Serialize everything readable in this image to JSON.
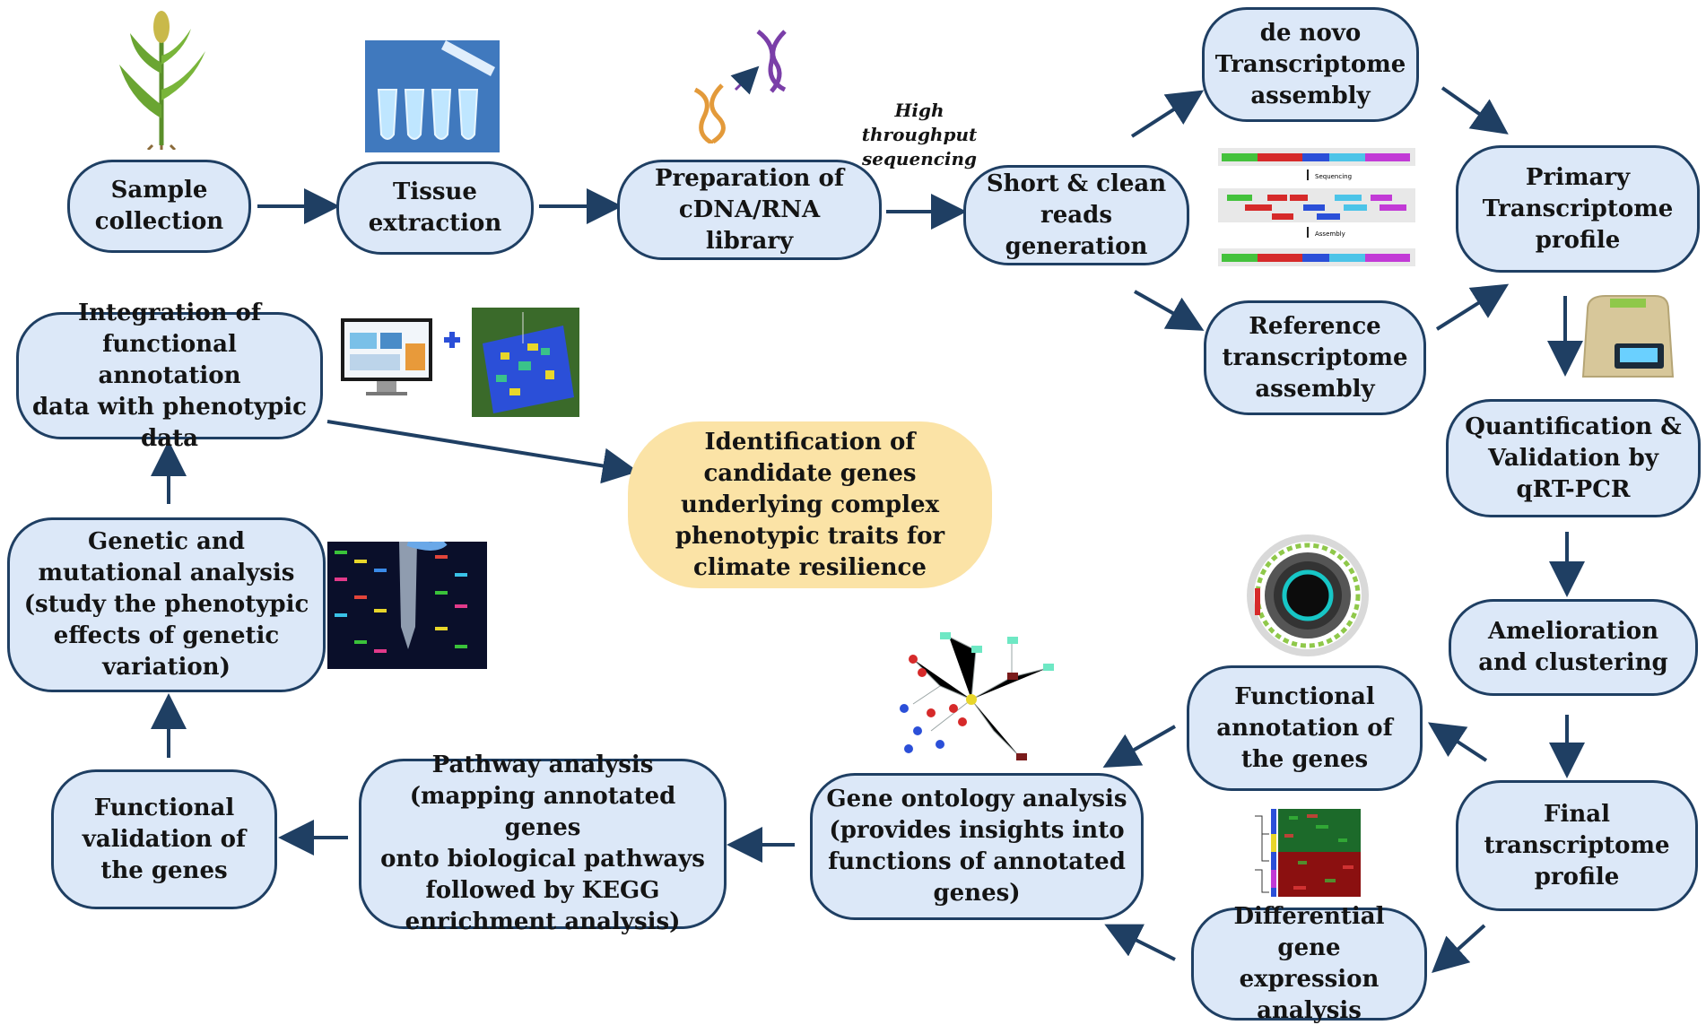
{
  "accent_colors": {
    "box_fill": "#dce8f8",
    "box_border": "#1f3f63",
    "arrow": "#1f3f63",
    "highlight_fill": "#fbe3a6"
  },
  "nodes": {
    "sample_collection": "Sample\ncollection",
    "tissue_extraction": "Tissue\nextraction",
    "library_prep": "Preparation of\ncDNA/RNA\nlibrary",
    "short_reads": "Short & clean\nreads\ngeneration",
    "de_novo": "de novo\nTranscriptome\nassembly",
    "reference_assembly": "Reference\ntranscriptome\nassembly",
    "primary_profile": "Primary\nTranscriptome\nprofile",
    "qrt_pcr": "Quantification &\nValidation by\nqRT-PCR",
    "amelioration": "Amelioration\nand clustering",
    "final_profile": "Final\ntranscriptome\nprofile",
    "functional_annotation": "Functional\nannotation of\nthe genes",
    "differential_expression": "Differential\ngene expression\nanalysis",
    "gene_ontology": "Gene ontology analysis\n(provides insights into\nfunctions of annotated\ngenes)",
    "pathway_analysis": "Pathway analysis\n(mapping annotated genes\nonto biological pathways\nfollowed by KEGG\nenrichment analysis)",
    "functional_validation": "Functional\nvalidation of\nthe genes",
    "genetic_mutational": "Genetic and\nmutational analysis\n(study the phenotypic\neffects of genetic\nvariation)",
    "integration": "Integration of\nfunctional annotation\ndata with phenotypic\ndata",
    "candidate_genes": "Identification of\ncandidate genes\nunderlying complex\nphenotypic traits for\nclimate resilience"
  },
  "edge_labels": {
    "sequencing": "High\nthroughput\nsequencing"
  },
  "icons": {
    "plant": "plant-icon",
    "tubes": "pipette-tubes-icon",
    "dna": "dna-helix-icon",
    "assembly": "read-assembly-figure",
    "machine": "qpcr-machine-icon",
    "circos": "circos-plot-figure",
    "network": "gene-network-figure",
    "heatmap": "expression-heatmap-figure",
    "computer_field": "computer-field-icon",
    "gel": "dna-gel-figure"
  },
  "figure_text": {
    "sequencing": "Sequencing",
    "assembly": "Assembly"
  }
}
